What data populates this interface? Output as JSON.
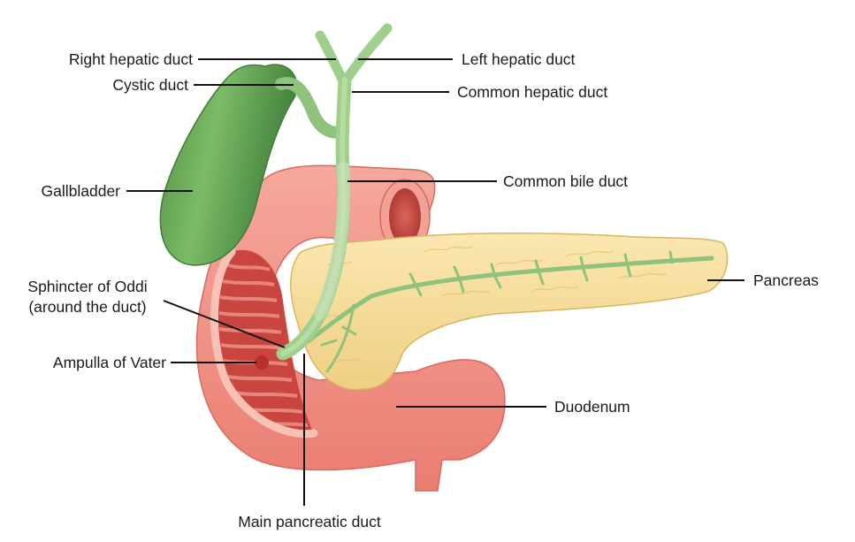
{
  "labels": {
    "right_hepatic_duct": "Right hepatic duct",
    "left_hepatic_duct": "Left hepatic duct",
    "cystic_duct": "Cystic duct",
    "common_hepatic_duct": "Common hepatic duct",
    "gallbladder": "Gallbladder",
    "common_bile_duct": "Common bile duct",
    "pancreas": "Pancreas",
    "sphincter_line1": "Sphincter of Oddi",
    "sphincter_line2": "(around the duct)",
    "ampulla_of_vater": "Ampulla of Vater",
    "duodenum": "Duodenum",
    "main_pancreatic_duct": "Main pancreatic duct"
  },
  "colors": {
    "gallbladder": "#6fae5a",
    "gallbladder_dark": "#3f7d3a",
    "duct_green": "#9fcf8a",
    "duodenum": "#f08c80",
    "duodenum_light": "#f7b3a6",
    "duodenum_dark": "#c94e45",
    "pancreas": "#f7dd9a",
    "pancreas_dark": "#d9b464"
  }
}
